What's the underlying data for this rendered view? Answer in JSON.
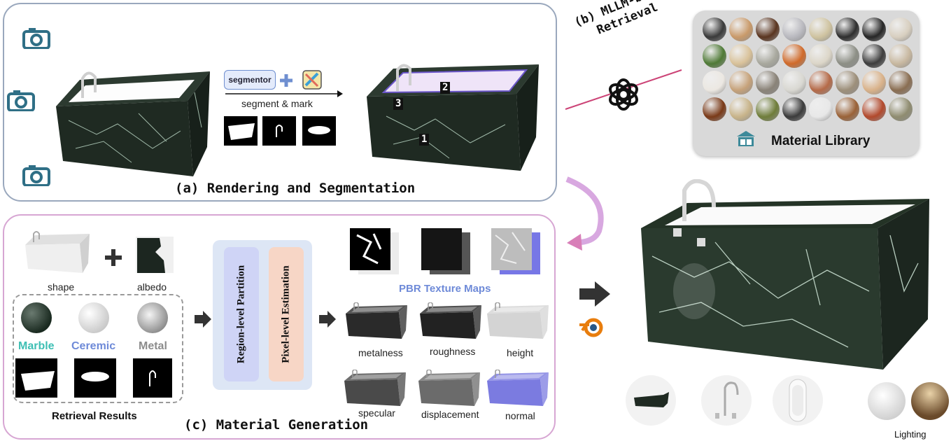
{
  "panel_a": {
    "title": "(a) Rendering and Segmentation",
    "segmentor_label": "segmentor",
    "arrow_label": "segment & mark",
    "region_marks": [
      "1",
      "2",
      "3"
    ]
  },
  "panel_b": {
    "retrieval_label": "(b) MLLM-based Retrieval",
    "library_title": "Material Library",
    "sphere_colors": [
      "#3a3a3a",
      "#c99a6a",
      "#5a3520",
      "#b9b9bf",
      "#cfc3a0",
      "#2e2e2e",
      "#262626",
      "#d8cfc0",
      "#4f7a36",
      "#d9c29a",
      "#a8a89e",
      "#d06a2a",
      "#dcd6c8",
      "#8d8f86",
      "#3d3d3d",
      "#c8b8a0",
      "#ece8e2",
      "#c6a27a",
      "#8a8378",
      "#d9d8d2",
      "#b56a48",
      "#9d8f7a",
      "#d9b28a",
      "#8a6e52",
      "#7a3a18",
      "#c8b48a",
      "#6f7d3a",
      "#3b3b3b",
      "#e8e8e8",
      "#9a6238",
      "#b2492c",
      "#8f8c70"
    ]
  },
  "panel_c": {
    "title": "(c) Material Generation",
    "shape_label": "shape",
    "albedo_label": "albedo",
    "retrieval_results_label": "Retrieval Results",
    "materials": [
      {
        "name": "Marble",
        "color": "#3ebfb4"
      },
      {
        "name": "Ceremic",
        "color": "#6e8ad8"
      },
      {
        "name": "Metal",
        "color": "#8c8c8c"
      }
    ],
    "module_region": "Region-level Partition",
    "module_pixel": "Pixel-level Estimation",
    "pbr_title": "PBR Texture Maps",
    "maps": [
      {
        "label": "metalness",
        "color": "#2a2a2a"
      },
      {
        "label": "roughness",
        "color": "#222222"
      },
      {
        "label": "height",
        "color": "#d4d4d4"
      },
      {
        "label": "specular",
        "color": "#4a4a4a"
      },
      {
        "label": "displacement",
        "color": "#6b6b6b"
      },
      {
        "label": "normal",
        "color": "#7b7be0"
      }
    ]
  },
  "output": {
    "lighting_label": "Lighting"
  }
}
